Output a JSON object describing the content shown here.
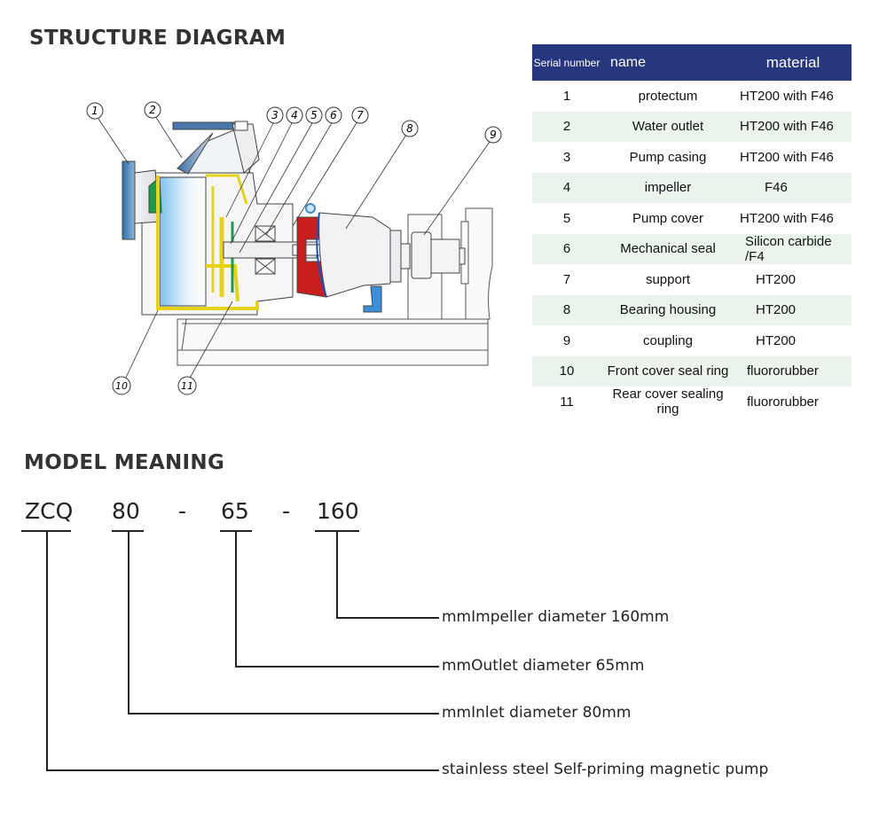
{
  "sections": {
    "structure_title": "STRUCTURE DIAGRAM",
    "model_title": "MODEL MEANING"
  },
  "diagram": {
    "callouts": [
      "1",
      "2",
      "3",
      "4",
      "5",
      "6",
      "7",
      "8",
      "9",
      "10",
      "11"
    ],
    "colors": {
      "casing_blue": "#cfe6f7",
      "liner_yellow": "#f2e21a",
      "flange_blue": "#3d7fb8",
      "bearing_red": "#c81e1e",
      "green": "#1d9a4a"
    }
  },
  "table": {
    "header_color": "#26377e",
    "alt_row_color": "#eaf4ec",
    "headers": {
      "serial": "Serial number",
      "name": "name",
      "material": "material"
    },
    "rows": [
      {
        "num": "1",
        "name": "protectum",
        "material": "HT200 with F46"
      },
      {
        "num": "2",
        "name": "Water outlet",
        "material": "HT200 with F46"
      },
      {
        "num": "3",
        "name": "Pump casing",
        "material": "HT200 with F46"
      },
      {
        "num": "4",
        "name": "impeller",
        "material": "F46"
      },
      {
        "num": "5",
        "name": "Pump cover",
        "material": "HT200 with F46"
      },
      {
        "num": "6",
        "name": "Mechanical seal",
        "material": "Silicon carbide /F4"
      },
      {
        "num": "7",
        "name": "support",
        "material": "HT200"
      },
      {
        "num": "8",
        "name": "Bearing housing",
        "material": "HT200"
      },
      {
        "num": "9",
        "name": "coupling",
        "material": "HT200"
      },
      {
        "num": "10",
        "name": "Front cover seal ring",
        "material": "fluororubber"
      },
      {
        "num": "11",
        "name": "Rear cover sealing ring",
        "material": "fluororubber"
      }
    ]
  },
  "model": {
    "parts": [
      "ZCQ",
      "80",
      "-",
      "65",
      "-",
      "160"
    ],
    "descriptions": {
      "impeller": "mmImpeller diameter 160mm",
      "outlet": "mmOutlet diameter 65mm",
      "inlet": "mmInlet diameter 80mm",
      "series": "stainless steel Self-priming magnetic pump"
    }
  }
}
